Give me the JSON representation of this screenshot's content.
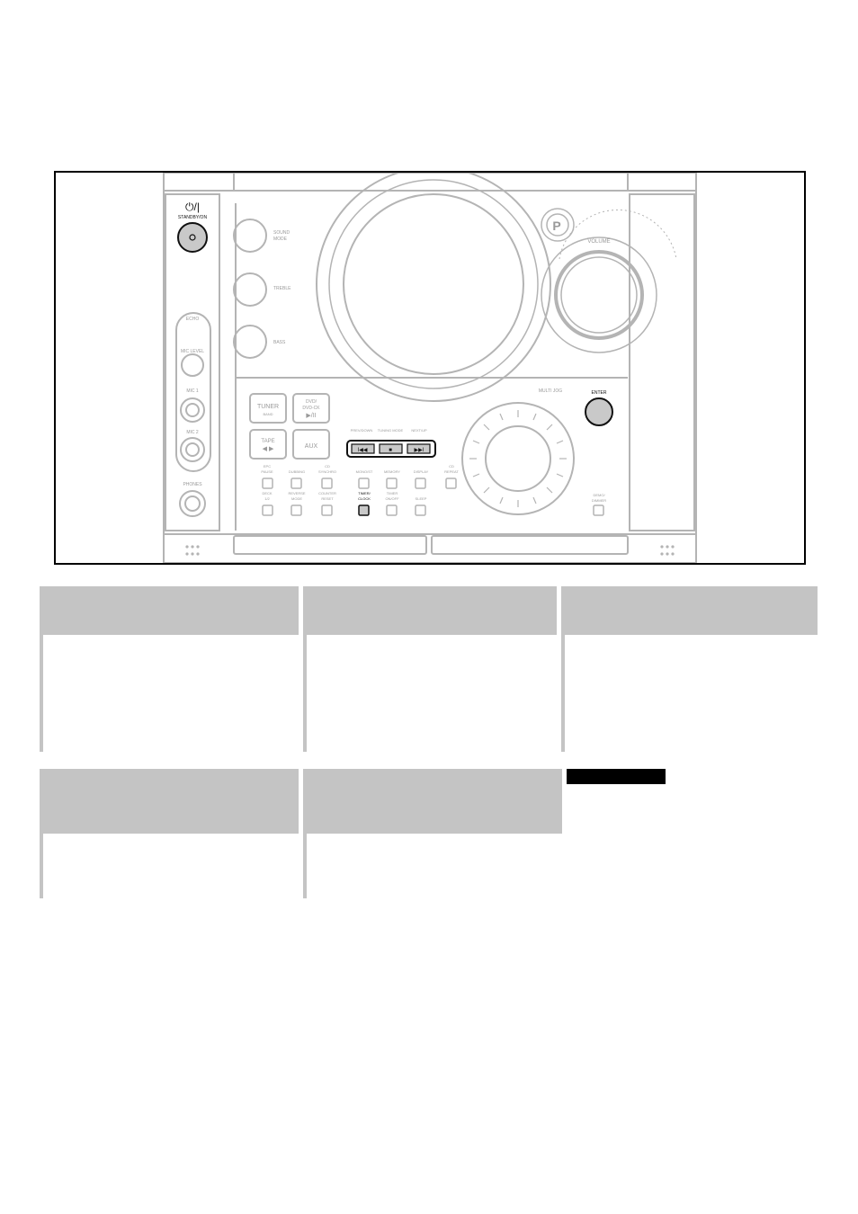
{
  "figure": {
    "power_symbol": "⏻/|",
    "standby_label": "STANDBY/ON",
    "knobs": [
      {
        "label": "SOUND\nMODE"
      },
      {
        "label": "TREBLE"
      },
      {
        "label": "BASS"
      }
    ],
    "echo_label": "ECHO",
    "mic_level_label": "MIC LEVEL",
    "mic1_label": "MIC 1",
    "mic2_label": "MIC 2",
    "phones_label": "PHONES",
    "tuner_label": "TUNER",
    "band_label": "BAND",
    "dvd_label": "DVD/\nDVD-CK",
    "dvd_play_label": "▶/II",
    "tape_label": "TAPE",
    "tape_arrows": "◀ ▶",
    "aux_label": "AUX",
    "transport_labels": [
      "PREV/DOWN",
      "TUNING MODE",
      "NEXT/UP"
    ],
    "transport_symbols": [
      "I◀◀",
      "■",
      "▶▶I"
    ],
    "small_button_labels_row1": [
      "EPC\nPAUSE",
      "DUBBING",
      "CD\nSYNCHRO",
      "MONO/ST",
      "MEMORY",
      "DISPLAY",
      "CD\nREPEAT"
    ],
    "small_button_labels_row2": [
      "DECK\n1/2",
      "REVERSE\nMODE",
      "COUNTER\nRESET",
      "TIMER/\nCLOCK",
      "TIMER\nON/OFF",
      "SLEEP"
    ],
    "multijog_label": "MULTI JOG",
    "enter_label": "ENTER",
    "demo_dimmer_label": "DEMO/\nDIMMER",
    "volume_label": "VOLUME"
  },
  "colors": {
    "outline": "#b4b4b4",
    "highlight": "#111111",
    "panel_gray": "#c4c4c4"
  }
}
